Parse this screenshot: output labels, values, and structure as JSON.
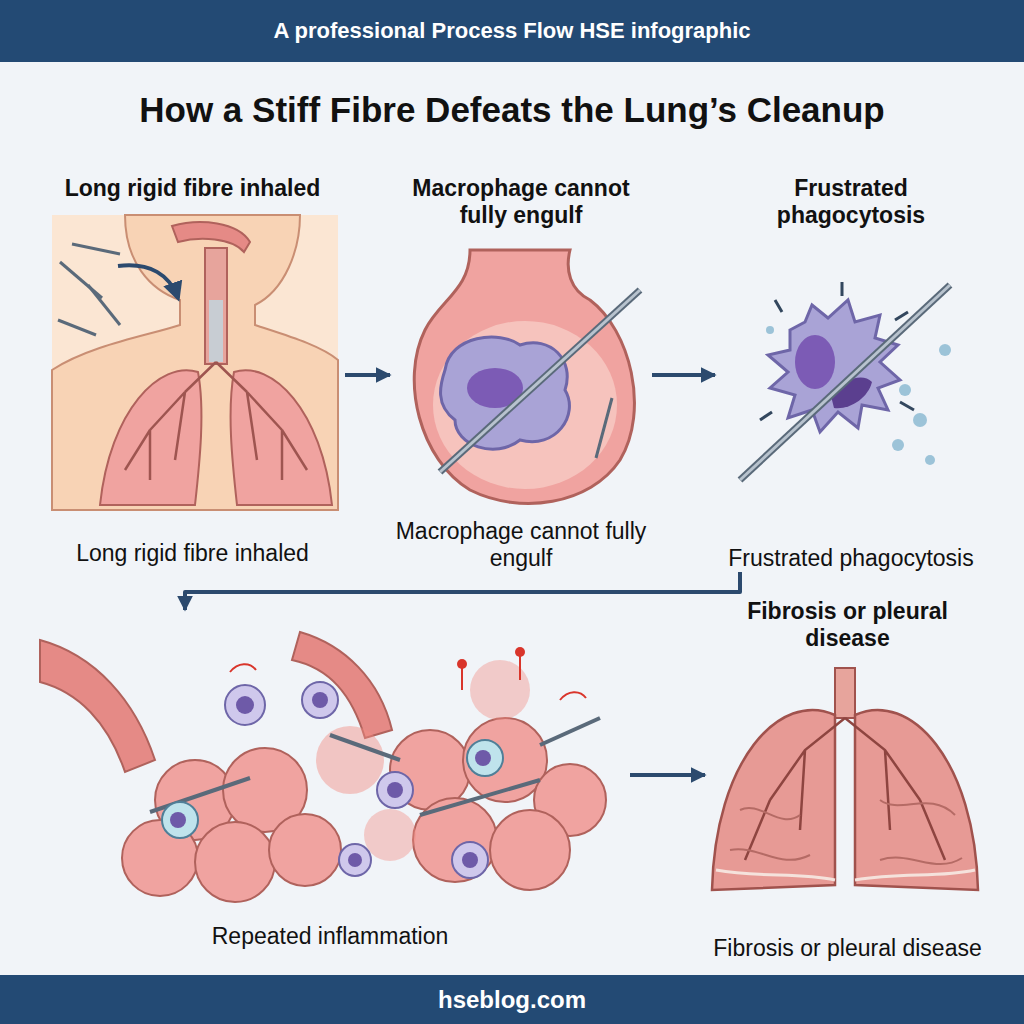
{
  "diagram": {
    "title": "How a Stiff Fibre Defeats the Lung’s Cleanup",
    "nodes": [
      {
        "text": [
          "Long rigid fibre inhaled",
          "Long rigid fibre inhaled"
        ]
      },
      {
        "text": [
          "Macrophage cannot fully engulf",
          "Macrophage cannot fully engulf"
        ]
      },
      {
        "text": [
          "Frustrated phagocytosis",
          "Frustrated phagocytosis"
        ]
      },
      {
        "text": [
          "Repeated inflammation"
        ]
      },
      {
        "text": [
          "Fibrosis or pleural disease",
          "Fibrosis or pleural disease"
        ]
      }
    ],
    "edges": [
      {
        "from": 0,
        "to": 1,
        "arrow": "to"
      },
      {
        "from": 1,
        "to": 2,
        "arrow": "to"
      },
      {
        "from": 2,
        "to": 3,
        "arrow": "to"
      },
      {
        "from": 3,
        "to": 4,
        "arrow": "to"
      }
    ],
    "labels": [
      "A professional Process Flow HSE infographic",
      "hseblog.com"
    ]
  }
}
